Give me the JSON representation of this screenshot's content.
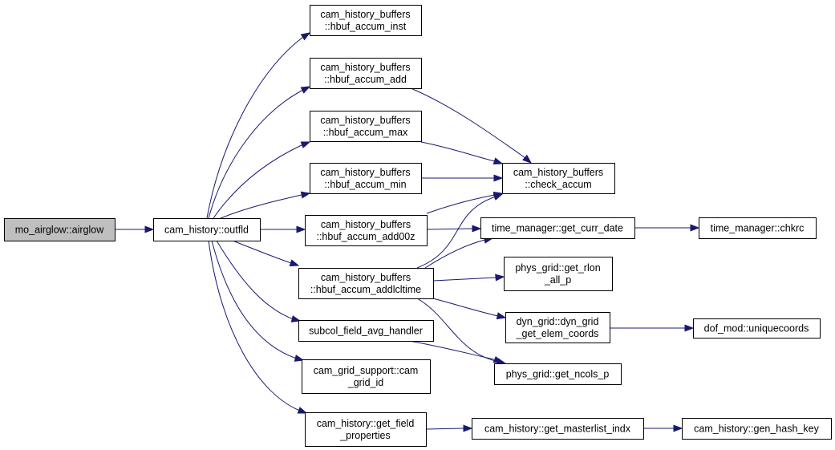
{
  "graph": {
    "edge_color": "#191970",
    "root_fill": "#bfbfbf",
    "nodes": [
      {
        "id": "airglow",
        "lines": [
          "mo_airglow::airglow"
        ],
        "root": true
      },
      {
        "id": "outfld",
        "lines": [
          "cam_history::outfld"
        ]
      },
      {
        "id": "hbuf_accum_inst",
        "lines": [
          "cam_history_buffers",
          "::hbuf_accum_inst"
        ]
      },
      {
        "id": "hbuf_accum_add",
        "lines": [
          "cam_history_buffers",
          "::hbuf_accum_add"
        ]
      },
      {
        "id": "hbuf_accum_max",
        "lines": [
          "cam_history_buffers",
          "::hbuf_accum_max"
        ]
      },
      {
        "id": "hbuf_accum_min",
        "lines": [
          "cam_history_buffers",
          "::hbuf_accum_min"
        ]
      },
      {
        "id": "hbuf_accum_add00z",
        "lines": [
          "cam_history_buffers",
          "::hbuf_accum_add00z"
        ]
      },
      {
        "id": "hbuf_accum_addlcltime",
        "lines": [
          "cam_history_buffers",
          "::hbuf_accum_addlcltime"
        ]
      },
      {
        "id": "subcol_field_avg_handler",
        "lines": [
          "subcol_field_avg_handler"
        ]
      },
      {
        "id": "cam_grid_id",
        "lines": [
          "cam_grid_support::cam",
          "_grid_id"
        ]
      },
      {
        "id": "get_field_properties",
        "lines": [
          "cam_history::get_field",
          "_properties"
        ]
      },
      {
        "id": "check_accum",
        "lines": [
          "cam_history_buffers",
          "::check_accum"
        ]
      },
      {
        "id": "get_curr_date",
        "lines": [
          "time_manager::get_curr_date"
        ]
      },
      {
        "id": "get_rlon_all_p",
        "lines": [
          "phys_grid::get_rlon",
          "_all_p"
        ]
      },
      {
        "id": "get_elem_coords",
        "lines": [
          "dyn_grid::dyn_grid",
          "_get_elem_coords"
        ]
      },
      {
        "id": "get_ncols_p",
        "lines": [
          "phys_grid::get_ncols_p"
        ]
      },
      {
        "id": "get_masterlist_indx",
        "lines": [
          "cam_history::get_masterlist_indx"
        ]
      },
      {
        "id": "chkrc",
        "lines": [
          "time_manager::chkrc"
        ]
      },
      {
        "id": "uniquecoords",
        "lines": [
          "dof_mod::uniquecoords"
        ]
      },
      {
        "id": "gen_hash_key",
        "lines": [
          "cam_history::gen_hash_key"
        ]
      }
    ],
    "edges": [
      {
        "from": "airglow",
        "to": "outfld"
      },
      {
        "from": "outfld",
        "to": "hbuf_accum_inst"
      },
      {
        "from": "outfld",
        "to": "hbuf_accum_add"
      },
      {
        "from": "outfld",
        "to": "hbuf_accum_max"
      },
      {
        "from": "outfld",
        "to": "hbuf_accum_min"
      },
      {
        "from": "outfld",
        "to": "hbuf_accum_add00z"
      },
      {
        "from": "outfld",
        "to": "hbuf_accum_addlcltime"
      },
      {
        "from": "outfld",
        "to": "subcol_field_avg_handler"
      },
      {
        "from": "outfld",
        "to": "cam_grid_id"
      },
      {
        "from": "outfld",
        "to": "get_field_properties"
      },
      {
        "from": "hbuf_accum_add",
        "to": "check_accum"
      },
      {
        "from": "hbuf_accum_max",
        "to": "check_accum"
      },
      {
        "from": "hbuf_accum_min",
        "to": "check_accum"
      },
      {
        "from": "hbuf_accum_add00z",
        "to": "check_accum"
      },
      {
        "from": "hbuf_accum_add00z",
        "to": "get_curr_date"
      },
      {
        "from": "hbuf_accum_addlcltime",
        "to": "check_accum"
      },
      {
        "from": "hbuf_accum_addlcltime",
        "to": "get_curr_date"
      },
      {
        "from": "hbuf_accum_addlcltime",
        "to": "get_rlon_all_p"
      },
      {
        "from": "hbuf_accum_addlcltime",
        "to": "get_elem_coords"
      },
      {
        "from": "hbuf_accum_addlcltime",
        "to": "get_ncols_p"
      },
      {
        "from": "subcol_field_avg_handler",
        "to": "get_ncols_p"
      },
      {
        "from": "get_field_properties",
        "to": "get_masterlist_indx"
      },
      {
        "from": "get_curr_date",
        "to": "chkrc"
      },
      {
        "from": "get_elem_coords",
        "to": "uniquecoords"
      },
      {
        "from": "get_masterlist_indx",
        "to": "gen_hash_key"
      }
    ]
  }
}
